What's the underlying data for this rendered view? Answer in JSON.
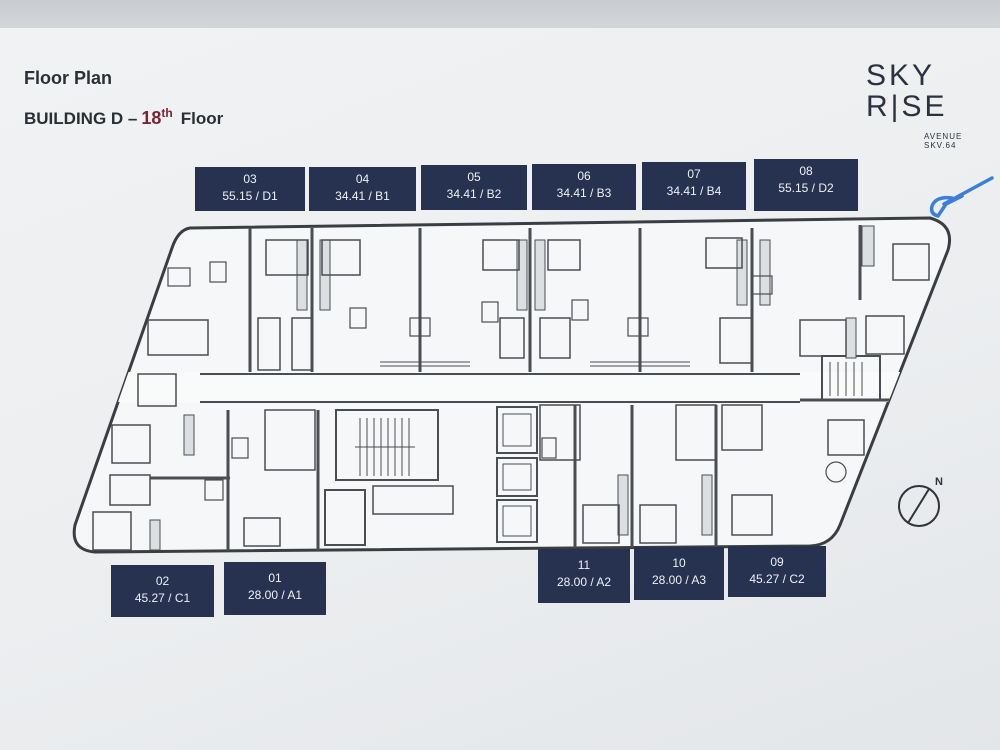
{
  "header": {
    "title": "Floor Plan",
    "building": "BUILDING D",
    "separator": "–",
    "floor_number": "18",
    "floor_suffix": "th",
    "floor_label": "Floor"
  },
  "logo": {
    "line1": "SKY",
    "line2": "R|SE",
    "line3": "AVENUE",
    "line4": "SKV.64"
  },
  "compass": {
    "north": "N"
  },
  "units_top": [
    {
      "number": "03",
      "info": "55.15 / D1"
    },
    {
      "number": "04",
      "info": "34.41 / B1"
    },
    {
      "number": "05",
      "info": "34.41 / B2"
    },
    {
      "number": "06",
      "info": "34.41 / B3"
    },
    {
      "number": "07",
      "info": "34.41 / B4"
    },
    {
      "number": "08",
      "info": "55.15 / D2"
    }
  ],
  "units_bottom_left": [
    {
      "number": "02",
      "info": "45.27 / C1"
    },
    {
      "number": "01",
      "info": "28.00 / A1"
    }
  ],
  "units_bottom_right": [
    {
      "number": "11",
      "info": "28.00 / A2"
    },
    {
      "number": "10",
      "info": "28.00 / A3"
    },
    {
      "number": "09",
      "info": "45.27 / C2"
    }
  ],
  "colors": {
    "unit_label_bg": "#26324f",
    "title_text": "#2a2f36",
    "floor_accent": "#7a2632",
    "annotation_arrow": "#3b7fd9"
  }
}
